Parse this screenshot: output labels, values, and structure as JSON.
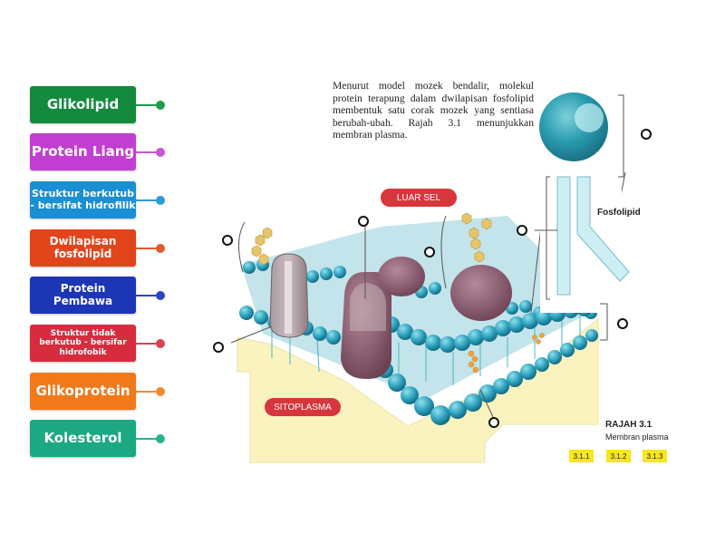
{
  "labels": [
    {
      "text": "Glikolipid",
      "color": "#138a3d",
      "line": "#1b9e47"
    },
    {
      "text": "Protein Liang",
      "color": "#c13fd0",
      "line": "#c655d4"
    },
    {
      "text": "Struktur berkutub - bersifat hidrofilik",
      "color": "#1a8fd4",
      "line": "#2b9bdc"
    },
    {
      "text": "Dwilapisan fosfolipid",
      "color": "#e2441b",
      "line": "#e35a2e"
    },
    {
      "text": "Protein Pembawa",
      "color": "#1d36b5",
      "line": "#2b45c2"
    },
    {
      "text": "Struktur tidak berkutub - bersifar hidrofobik",
      "color": "#d62c3e",
      "line": "#d94052"
    },
    {
      "text": "Glikoprotein",
      "color": "#f0791c",
      "line": "#f28a34"
    },
    {
      "text": "Kolesterol",
      "color": "#1ba882",
      "line": "#27b38f"
    }
  ],
  "diagram": {
    "intro_text": "Menurut model mozek bendalir, molekul protein terapung dalam dwilapisan fosfolipid membentuk satu corak mozek yang sentiasa berubah-ubah. Rajah 3.1 menunjukkan membran plasma.",
    "outside_label": "LUAR SEL",
    "inside_label": "SITOPLASMA",
    "phospholipid_label": "Fosfolipid",
    "caption_title": "RAJAH 3.1",
    "caption_sub": "Membran plasma",
    "tags": [
      "3.1.1",
      "3.1.2",
      "3.1.3"
    ]
  }
}
